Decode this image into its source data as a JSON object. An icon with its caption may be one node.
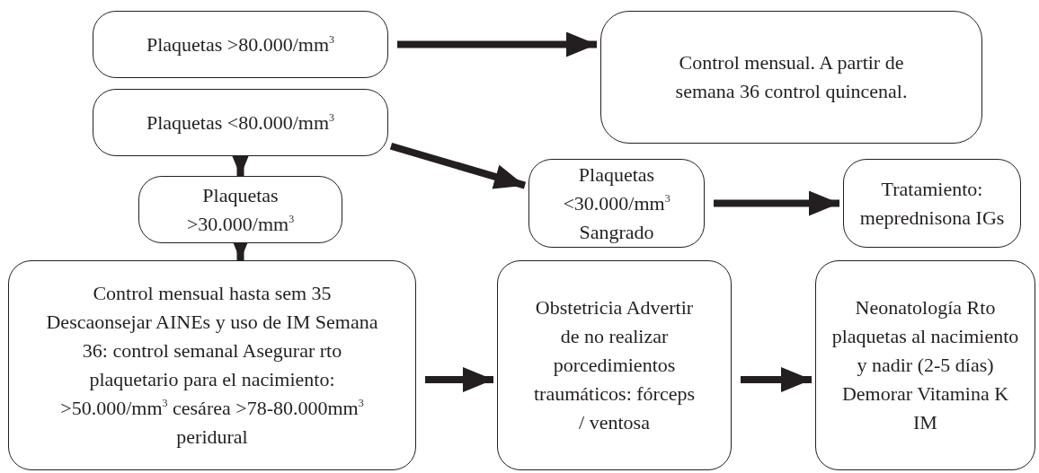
{
  "diagram": {
    "nodes": [
      {
        "text": [
          "Plaquetas >80.000/mm$^{3}$"
        ]
      },
      {
        "text": [
          "Control mensual. A partir de semana 36 control quincenal."
        ]
      },
      {
        "text": [
          "Plaquetas <80.000/mm$^{3}$"
        ]
      },
      {
        "text": [
          "Plaquetas >30.000/mm$^{3}$"
        ]
      },
      {
        "text": [
          "Control mensual hasta sem 35 Descaonsejar AINEs y uso de IM Semana 36: control semanal Asegurar rto plaquetario para el nacimiento: >50.000/mm$^{3}$ cesárea >78-80.000mm$^{3}$ peridural"
        ]
      },
      {
        "text": [
          "Plaquetas <30.000/mm$^{3}$ Sangrado"
        ]
      },
      {
        "text": [
          "Tratamiento: meprednisona IGs"
        ]
      },
      {
        "text": [
          "Obstetricia Advertir de no realizar porcedimientos traumáticos: fórceps / ventosa"
        ]
      },
      {
        "text": [
          "Neonatología Rto plaquetas al nacimiento y nadir (2-5 días) Demorar Vitamina K IM"
        ]
      }
    ],
    "edges": [
      {
        "from": 0,
        "to": 1,
        "arrow": "to"
      },
      {
        "from": 2,
        "to": 5,
        "arrow": "to"
      },
      {
        "from": 2,
        "to": 3,
        "arrow": "to"
      },
      {
        "from": 3,
        "to": 4,
        "arrow": "to"
      },
      {
        "from": 5,
        "to": 6,
        "arrow": "to"
      },
      {
        "from": 4,
        "to": 7,
        "arrow": "to"
      },
      {
        "from": 7,
        "to": 8,
        "arrow": "to"
      }
    ]
  }
}
